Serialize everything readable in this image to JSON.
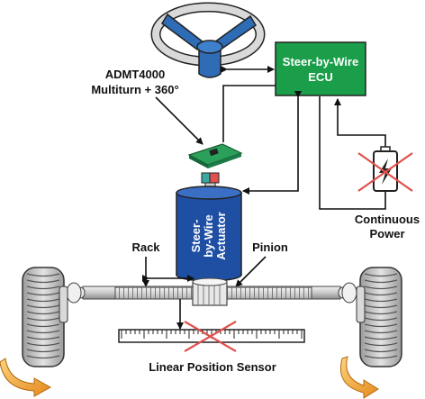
{
  "labels": {
    "ecu_line1": "Steer-by-Wire",
    "ecu_line2": "ECU",
    "sensor_line1": "ADMT4000",
    "sensor_line2": "Multiturn + 360°",
    "actuator_line1": "Steer-",
    "actuator_line2": "by-Wire",
    "actuator_line3": "Actuator",
    "rack": "Rack",
    "pinion": "Pinion",
    "power_line1": "Continuous",
    "power_line2": "Power",
    "linear_sensor": "Linear Position Sensor"
  },
  "colors": {
    "ecu_green": "#1a9e4a",
    "wheel_blue": "#2e6cb5",
    "actuator_blue": "#1f4fa3",
    "cross_red": "#e0504c",
    "tire_gray": "#bdbdbd",
    "arrow_orange": "#f3a83b"
  }
}
